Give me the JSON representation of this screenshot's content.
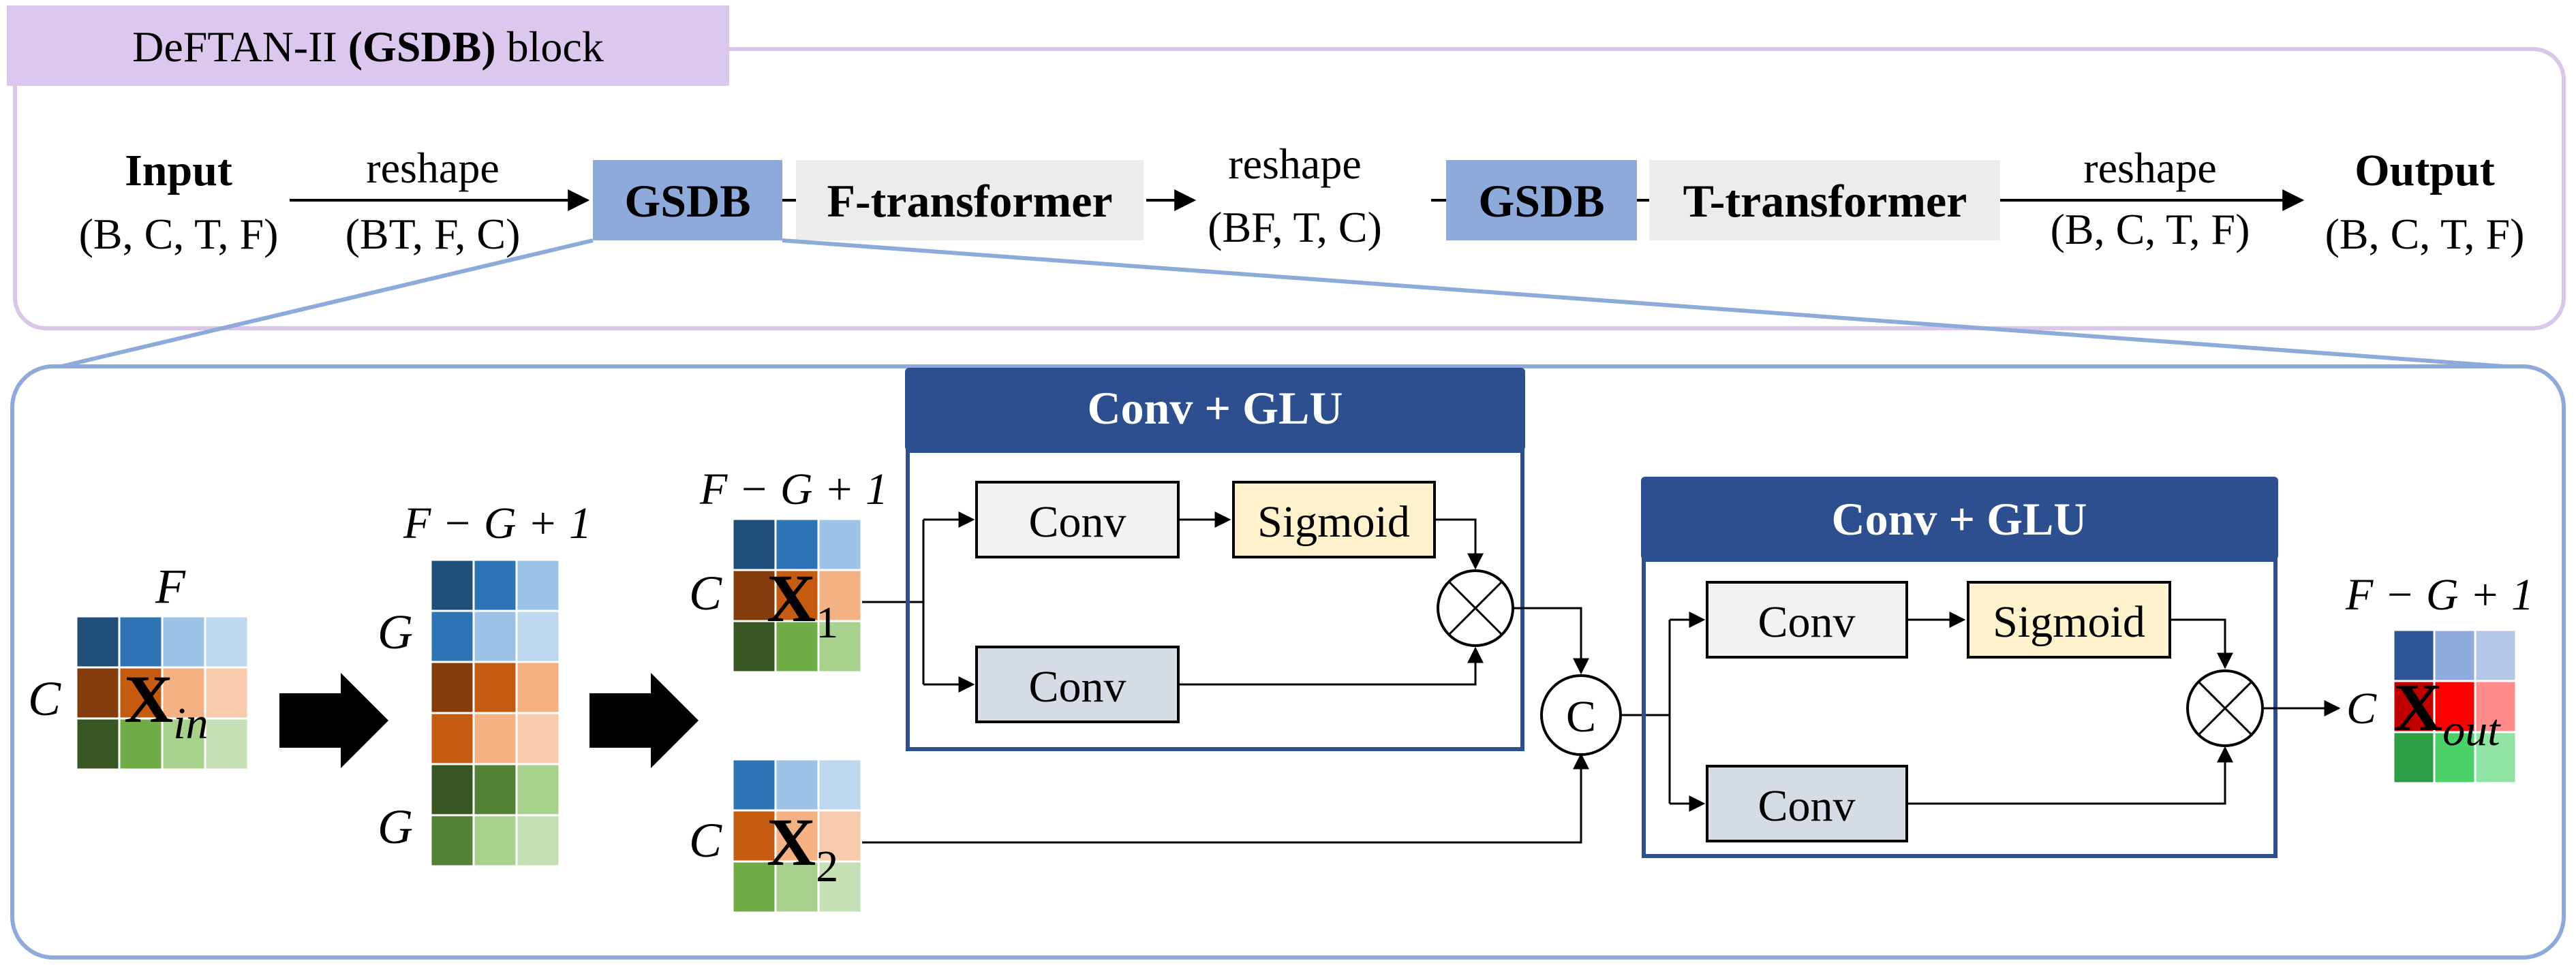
{
  "colors": {
    "outer_border": "#d9c6e8",
    "tag_fill": "#dcc7ee",
    "detail_border": "#8eaadb",
    "gsdb_fill": "#8eaadb",
    "transformer_fill": "#ececec",
    "header_fill": "#2e4f8f",
    "conv_box_border": "#2e4f8f",
    "conv_fill_light": "#f2f2f2",
    "conv_fill_grey": "#d6dce5",
    "sigmoid_fill": "#fff2cc"
  },
  "top": {
    "title_plain": "DeFTAN-II ",
    "title_bold": "(GSDB)",
    "title_suffix": " block",
    "input_label": "Input",
    "input_dims": "(B, C, T, F)",
    "reshape1_label": "reshape",
    "reshape1_dims": "(BT, F, C)",
    "gsdb1_label": "GSDB",
    "f_transformer_label": "F-transformer",
    "reshape2_label": "reshape",
    "reshape2_dims": "(BF, T, C)",
    "gsdb2_label": "GSDB",
    "t_transformer_label": "T-transformer",
    "reshape3_label": "reshape",
    "reshape3_dims": "(B, C, T, F)",
    "output_label": "Output",
    "output_dims": "(B, C, T, F)"
  },
  "detail": {
    "xin": {
      "top": "F",
      "side": "C",
      "sym": "X",
      "sub": "in"
    },
    "split": {
      "top": "F − G + 1",
      "g1": "G",
      "g2": "G"
    },
    "x1": {
      "top": "F − G + 1",
      "side": "C",
      "sym": "X",
      "sub": "1"
    },
    "x2": {
      "side": "C",
      "sym": "X",
      "sub": "2"
    },
    "xout": {
      "top": "F − G + 1",
      "side": "C",
      "sym": "X",
      "sub": "out"
    },
    "glu1": {
      "header": "Conv + GLU",
      "conv_top": "Conv",
      "sigmoid": "Sigmoid",
      "conv_bottom": "Conv"
    },
    "glu2": {
      "header": "Conv + GLU",
      "conv_top": "Conv",
      "sigmoid": "Sigmoid",
      "conv_bottom": "Conv"
    },
    "concat_label": "C"
  }
}
